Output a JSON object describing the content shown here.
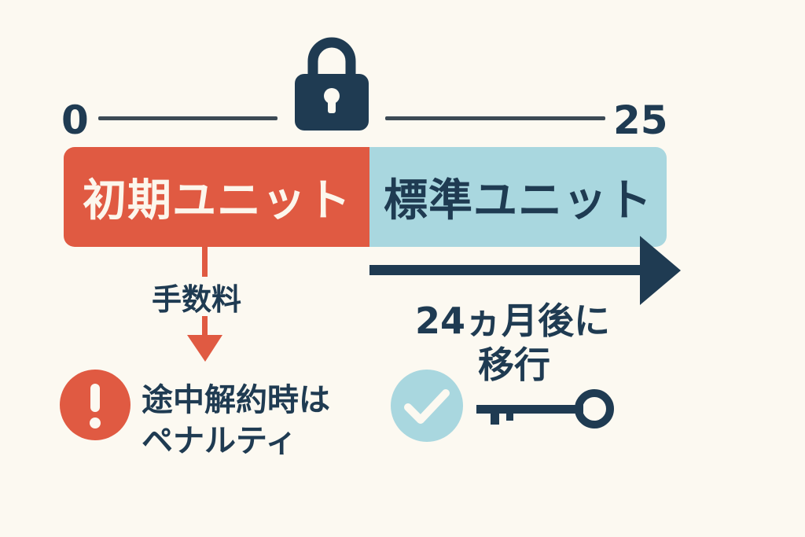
{
  "scale": {
    "start_label": "0",
    "end_label": "25"
  },
  "bars": {
    "initial_label": "初期ユニット",
    "standard_label": "標準ユニット"
  },
  "fee": {
    "label": "手数料"
  },
  "transition": {
    "line1": "24ヵ月後に",
    "line2": "移行"
  },
  "penalty": {
    "line1": "途中解約時は",
    "line2": "ペナルティ"
  },
  "icons": {
    "lock": "lock-icon",
    "warning": "exclamation-circle-icon",
    "check": "check-circle-icon",
    "key": "key-icon",
    "arrow": "arrow-right-icon"
  },
  "colors": {
    "background": "#fcf9f1",
    "initial_unit": "#e05a42",
    "standard_unit": "#a9d7df",
    "navy": "#1f3b52",
    "warning": "#e05a42",
    "check_circle": "#a9d7df"
  }
}
